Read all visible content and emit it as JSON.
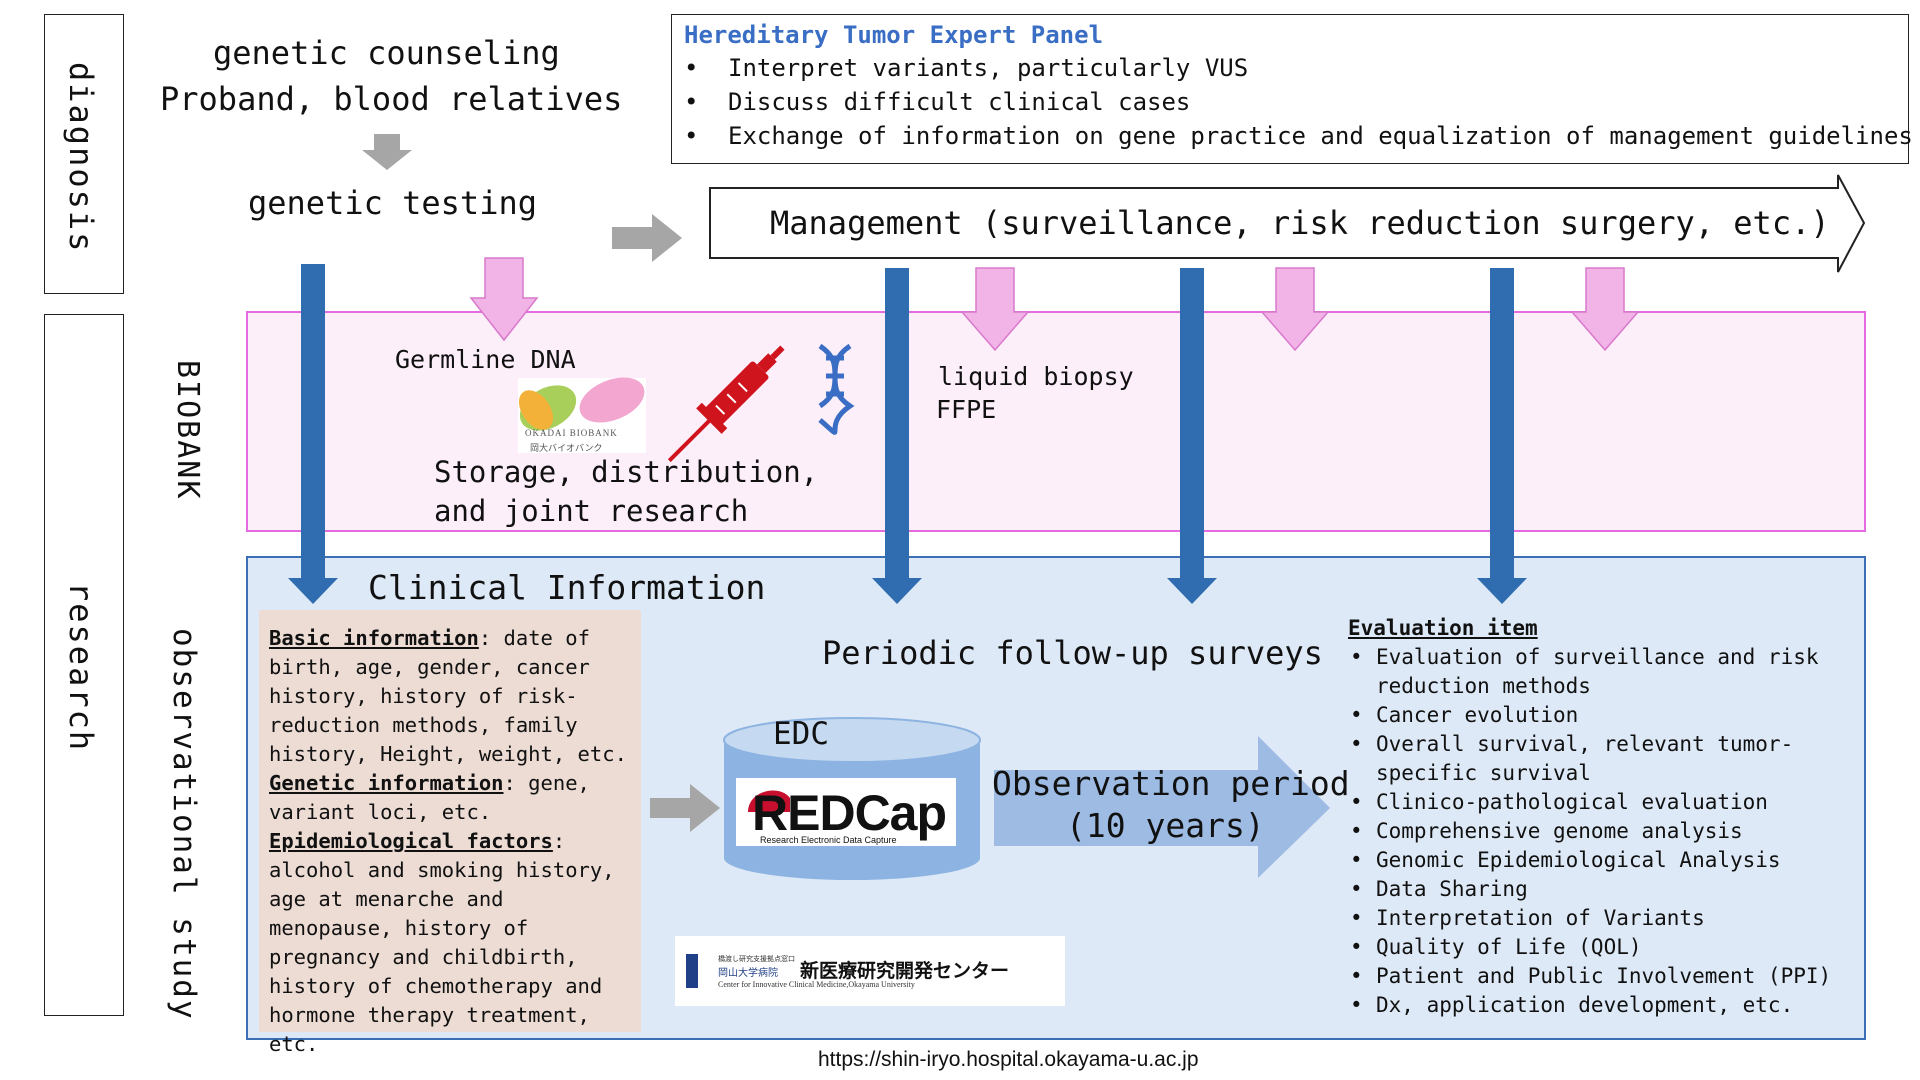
{
  "side": {
    "diagnosis": "diagnosis",
    "research": "research",
    "biobank": "BIOBANK",
    "observational": "observational study"
  },
  "top": {
    "counseling": "genetic counseling",
    "proband": "Proband, blood relatives",
    "testing": "genetic testing"
  },
  "panel": {
    "title": "Hereditary Tumor Expert Panel",
    "items": [
      "Interpret variants, particularly VUS",
      "Discuss difficult clinical cases",
      "Exchange of information on gene practice and equalization of management guidelines"
    ]
  },
  "management": "Management (surveillance, risk reduction surgery, etc.)",
  "biobank": {
    "germline": "Germline DNA",
    "logo_en": "OKADAI BIOBANK",
    "logo_jp": "岡大バイオバンク",
    "storage1": "Storage, distribution,",
    "storage2": "and joint research",
    "liquid": "liquid biopsy",
    "ffpe": "FFPE"
  },
  "clinical": {
    "title": "Clinical Information",
    "basic_h": "Basic information",
    "basic_t": ": date of birth, age, gender, cancer history, history of risk-reduction methods, family history, Height, weight, etc.",
    "genetic_h": "Genetic information",
    "genetic_t": ": gene, variant loci, etc.",
    "epi_h": "Epidemiological factors",
    "epi_t": ": alcohol and smoking history, age at menarche and menopause, history of pregnancy and childbirth, history of chemotherapy and hormone therapy treatment, etc."
  },
  "followup": "Periodic follow-up surveys",
  "edc": "EDC",
  "redcap": {
    "name": "REDCap",
    "sub": "Research Electronic Data Capture"
  },
  "observation": {
    "line1": "Observation period",
    "line2": "(10 years)"
  },
  "center": {
    "jp_small": "橋渡し研究支援拠点窓口",
    "jp_hosp": "岡山大学病院",
    "jp_name": "新医療研究開発センター",
    "en": "Center for Innovative Clinical Medicine,Okayama University"
  },
  "evaluation": {
    "title": "Evaluation item",
    "items": [
      "Evaluation of surveillance and risk reduction methods",
      "Cancer evolution",
      "Overall survival, relevant tumor-specific survival",
      "Clinico-pathological evaluation",
      "Comprehensive genome analysis",
      "Genomic Epidemiological Analysis",
      "Data Sharing",
      "Interpretation of Variants",
      "Quality of Life (QOL)",
      "Patient and Public Involvement (PPI)",
      "Dx, application development, etc."
    ]
  },
  "url": "https://shin-iryo.hospital.okayama-u.ac.jp",
  "colors": {
    "pink_band": "#fdeffa",
    "pink_border": "#e46ce0",
    "blue_band": "#dde9f6",
    "blue_arrow": "#2f6db0",
    "pink_arrow": "#f2b4e6",
    "gray_arrow": "#a6a6a6",
    "panel_title": "#3a6dc4",
    "redcap_red": "#c8102e"
  }
}
